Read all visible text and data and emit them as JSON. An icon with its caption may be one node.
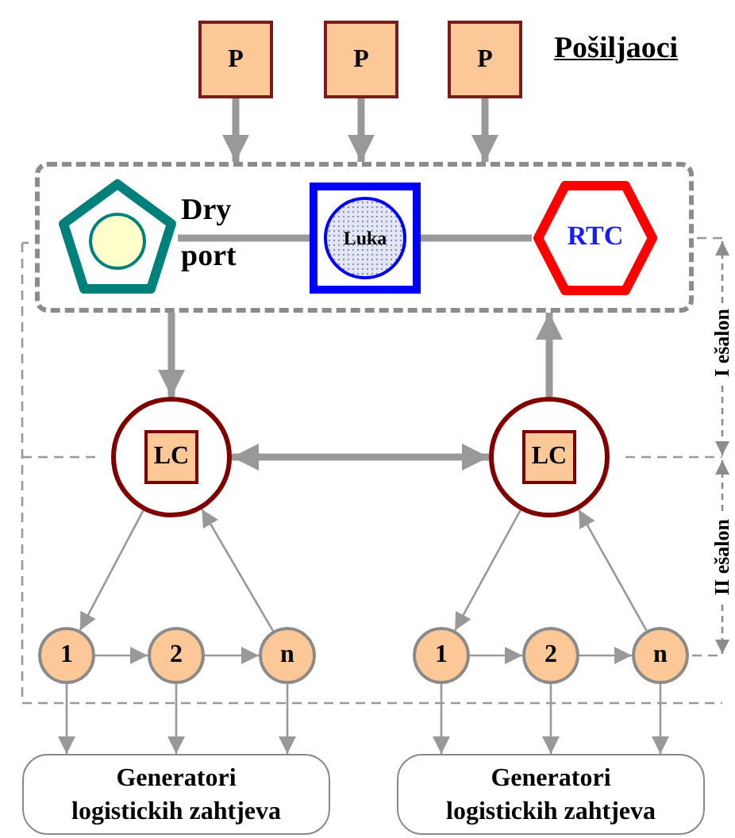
{
  "diagram": {
    "nodes": [
      {
        "text": [
          "P"
        ]
      },
      {
        "text": [
          "P"
        ]
      },
      {
        "text": [
          "P"
        ]
      },
      {
        "text": [],
        "shape": "box"
      },
      {
        "text": [],
        "shape": "pentagon",
        "in": 3,
        "beside": [
          "Dry port"
        ]
      },
      {
        "text": [
          "Luka"
        ],
        "in": 3
      },
      {
        "text": [
          "RTC"
        ],
        "in": 3
      },
      {
        "text": [
          "LC"
        ]
      },
      {
        "text": [
          "LC"
        ]
      },
      {
        "text": [
          "1"
        ]
      },
      {
        "text": [
          "2"
        ]
      },
      {
        "text": [
          "n"
        ]
      },
      {
        "text": [
          "1"
        ]
      },
      {
        "text": [
          "2"
        ]
      },
      {
        "text": [
          "n"
        ]
      },
      {
        "text": [
          "Generatori logistickih zahtjeva"
        ]
      },
      {
        "text": [
          "Generatori logistickih zahtjeva"
        ]
      }
    ],
    "edges": [
      {
        "from": 0,
        "to": 3,
        "arrow": "to",
        "style": "thick"
      },
      {
        "from": 1,
        "to": 3,
        "arrow": "to",
        "style": "thick"
      },
      {
        "from": 2,
        "to": 3,
        "arrow": "to",
        "style": "thick"
      },
      {
        "from": 4,
        "to": 5,
        "arrow": "none",
        "style": "thick"
      },
      {
        "from": 5,
        "to": 6,
        "arrow": "none",
        "style": "thick"
      },
      {
        "from": 3,
        "to": 7,
        "arrow": "to",
        "style": "thick"
      },
      {
        "from": 8,
        "to": 3,
        "arrow": "to",
        "style": "thick"
      },
      {
        "from": 7,
        "to": 8,
        "arrow": "both",
        "style": "thick"
      },
      {
        "from": 7,
        "to": 9,
        "arrow": "to"
      },
      {
        "from": 9,
        "to": 10,
        "arrow": "to"
      },
      {
        "from": 10,
        "to": 11,
        "arrow": "to"
      },
      {
        "from": 11,
        "to": 7,
        "arrow": "to"
      },
      {
        "from": 8,
        "to": 12,
        "arrow": "to"
      },
      {
        "from": 12,
        "to": 13,
        "arrow": "to"
      },
      {
        "from": 13,
        "to": 14,
        "arrow": "to"
      },
      {
        "from": 14,
        "to": 8,
        "arrow": "to"
      },
      {
        "from": 9,
        "to": 15,
        "arrow": "to"
      },
      {
        "from": 10,
        "to": 15,
        "arrow": "to"
      },
      {
        "from": 11,
        "to": 15,
        "arrow": "to"
      },
      {
        "from": 12,
        "to": 16,
        "arrow": "to"
      },
      {
        "from": 13,
        "to": 16,
        "arrow": "to"
      },
      {
        "from": 14,
        "to": 16,
        "arrow": "to"
      }
    ],
    "labels": [
      "Pošiljaoci",
      "I ešalon",
      "II ešalon"
    ]
  }
}
